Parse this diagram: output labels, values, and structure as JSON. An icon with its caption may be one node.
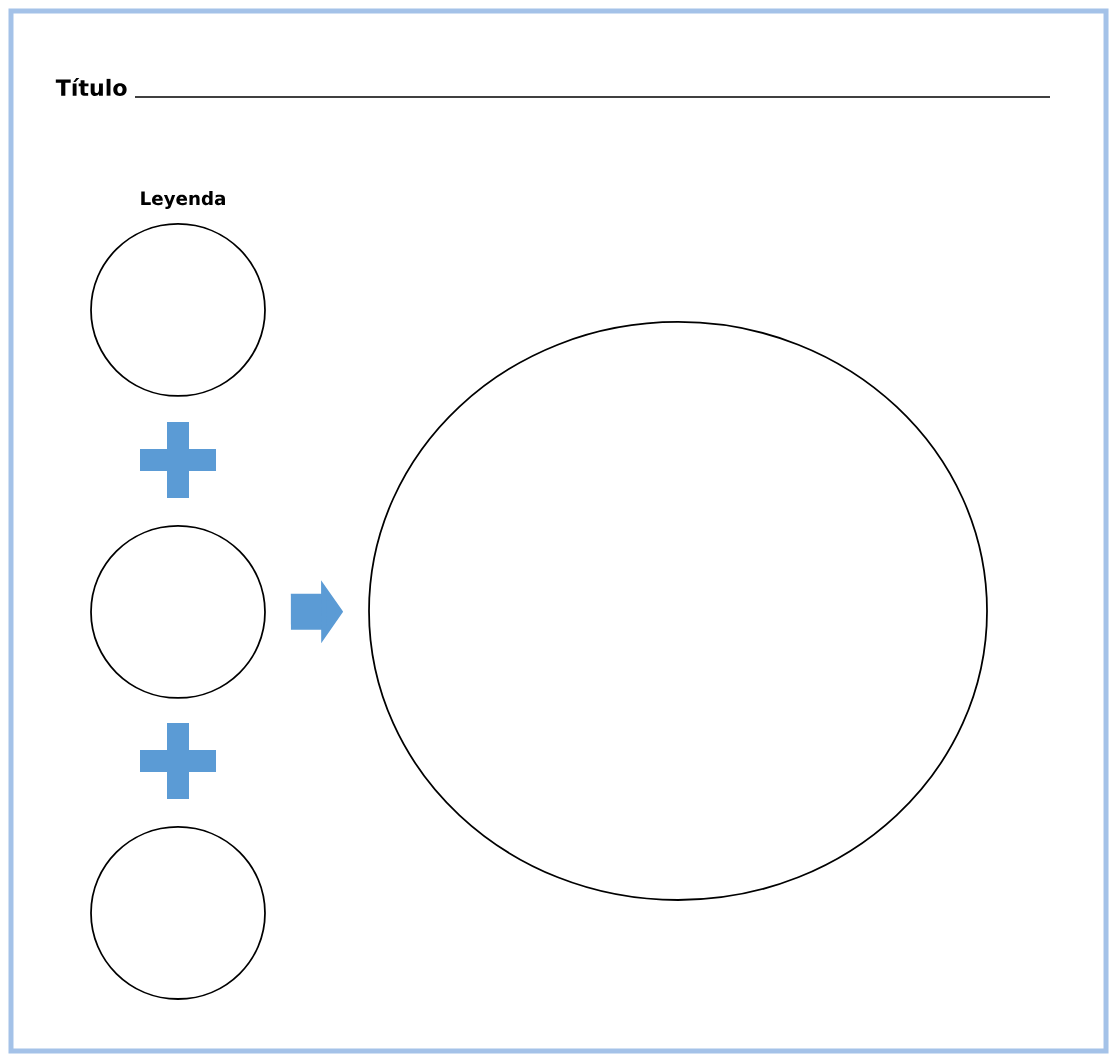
{
  "diagram": {
    "title": "Título",
    "nodes": [
      {
        "text": [],
        "shape": "circle"
      },
      {
        "text": [],
        "shape": "circle"
      },
      {
        "text": [],
        "shape": "circle"
      },
      {
        "text": [],
        "shape": "circle"
      }
    ],
    "edges": [
      {
        "from": 1,
        "to": 3,
        "arrow": "to"
      }
    ],
    "labels": [
      "Leyenda"
    ]
  }
}
